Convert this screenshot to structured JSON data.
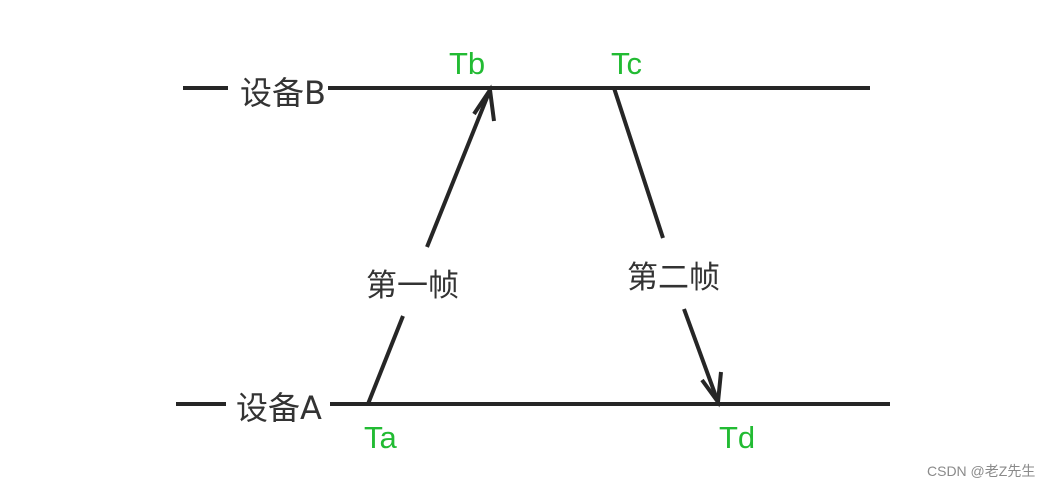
{
  "devices": {
    "b": "设备B",
    "a": "设备A"
  },
  "frames": {
    "first": "第一帧",
    "second": "第二帧"
  },
  "timestamps": {
    "ta": "Ta",
    "tb": "Tb",
    "tc": "Tc",
    "td": "Td"
  },
  "watermark": "CSDN @老Z先生",
  "colors": {
    "timestamp": "#22bb33",
    "line": "#262626",
    "text": "#333333"
  }
}
